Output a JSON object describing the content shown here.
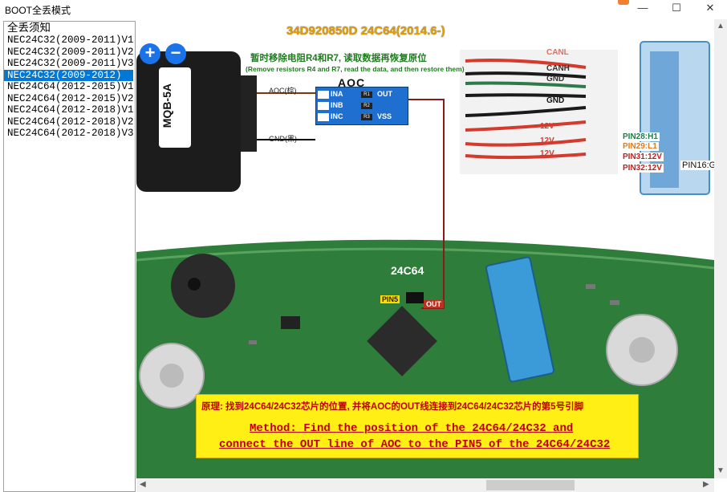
{
  "window": {
    "title": "BOOT全丢模式",
    "minimize": "—",
    "maximize": "☐",
    "close": "✕"
  },
  "list": {
    "items": [
      {
        "label": "全丢须知",
        "selected": false
      },
      {
        "label": "NEC24C32(2009-2011)V1",
        "selected": false
      },
      {
        "label": "NEC24C32(2009-2011)V2",
        "selected": false
      },
      {
        "label": "NEC24C32(2009-2011)V3",
        "selected": false
      },
      {
        "label": "NEC24C32(2009-2012)",
        "selected": true
      },
      {
        "label": "NEC24C64(2012-2015)V1",
        "selected": false
      },
      {
        "label": "NEC24C64(2012-2015)V2",
        "selected": false
      },
      {
        "label": "NEC24C64(2012-2018)V1",
        "selected": false
      },
      {
        "label": "NEC24C64(2012-2018)V2",
        "selected": false
      },
      {
        "label": "NEC24C64(2012-2018)V3",
        "selected": false
      }
    ]
  },
  "toolbar": {
    "zoom_in": "+",
    "zoom_out": "−"
  },
  "diagram": {
    "title": "34D920850D 24C64(2014.6-)",
    "warning_cn": "暂时移除电阻R4和R7, 读取数据再恢复原位",
    "warning_en": "(Remove resistors R4 and R7, read the data, and then restore them)",
    "programmer_label": "MQB-5A",
    "aoc_title": "AOC",
    "aoc_pins": [
      "INA",
      "INB",
      "INC",
      "OUT",
      "VSS"
    ],
    "resistor_labels": [
      "R1",
      "R2",
      "R3"
    ],
    "wire_aoc": "AOC(棕)",
    "wire_gnd": "GND(黑)",
    "cable_labels": [
      "CANL",
      "CANH",
      "GND",
      "GND",
      "12V",
      "12V",
      "12V"
    ],
    "pin_tags": [
      "PIN28:H1",
      "PIN29:L1",
      "PIN31:12V",
      "PIN32:12V"
    ],
    "pin16": "PIN16:G",
    "chip_name": "24C64",
    "pin5": "PIN5",
    "out": "OUT",
    "note_cn": "原理: 找到24C64/24C32芯片的位置, 并将AOC的OUT线连接到24C64/24C32芯片的第5号引脚",
    "note_en_1": "Method: Find the position of the 24C64/24C32 and",
    "note_en_2": "connect the OUT line of AOC to the PIN5 of the 24C64/24C32"
  },
  "colors": {
    "selection": "#0078d7",
    "pcb": "#2e7d3a",
    "aoc_chip": "#1f6fd1",
    "note_bg": "#ffef14",
    "note_text": "#c00000",
    "title_orange": "#e8a000"
  }
}
